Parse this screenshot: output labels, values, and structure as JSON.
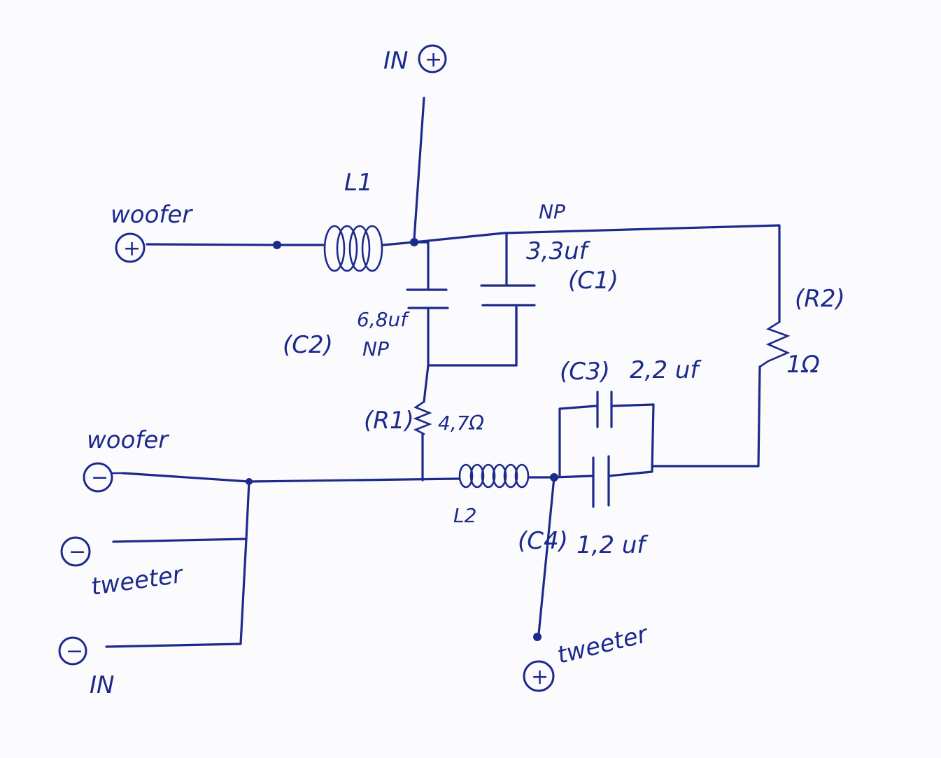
{
  "labels": {
    "in_plus": "IN",
    "woofer_top": "woofer",
    "woofer_mid": "woofer",
    "tweeter_left": "tweeter",
    "tweeter_bottom": "tweeter",
    "in_minus": "IN",
    "l1": "L1",
    "l2": "L2",
    "c1_np": "NP",
    "c1_value": "3,3uf",
    "c1_name": "(C1)",
    "c2_name": "(C2)",
    "c2_value": "6,8uf",
    "c2_np": "NP",
    "r1_name": "(R1)",
    "r1_value": "4,7Ω",
    "r2_name": "(R2)",
    "r2_value": "1Ω",
    "c3_name": "(C3)",
    "c3_value": "2,2 uf",
    "c4_name": "(C4)",
    "c4_value": "1,2 uf"
  },
  "terminals": {
    "plus": "+",
    "minus": "−"
  },
  "colors": {
    "ink": "#1c2a8c",
    "paper": "#fbfbfd"
  }
}
